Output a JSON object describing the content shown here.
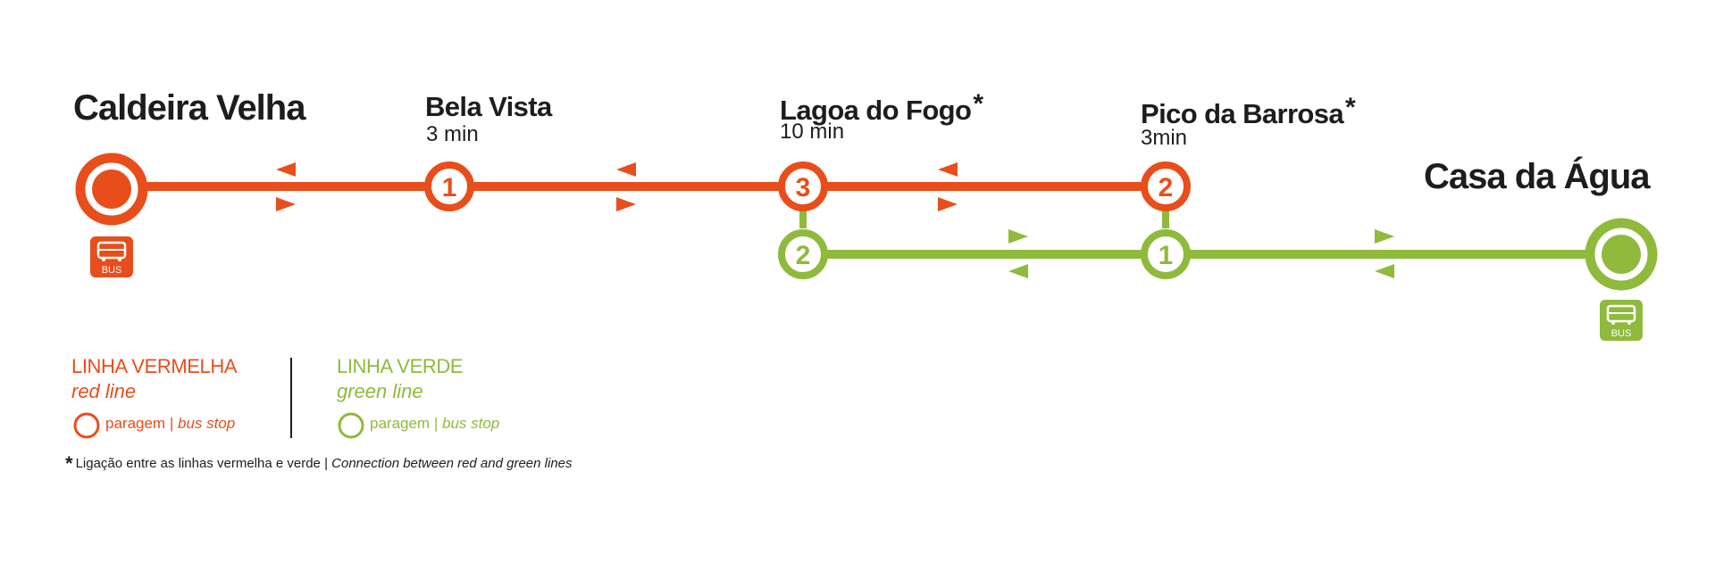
{
  "colors": {
    "red": "#e84e1b",
    "green": "#8fba3c",
    "text": "#1d1d1b"
  },
  "stations": {
    "caldeira_velha": {
      "name": "Caldeira Velha"
    },
    "bela_vista": {
      "name": "Bela Vista",
      "time": "3 min"
    },
    "lagoa_do_fogo": {
      "name": "Lagoa do Fogo",
      "asterisk": "*",
      "time": "10 min"
    },
    "pico_da_barrosa": {
      "name": "Pico da Barrosa",
      "asterisk": "*",
      "time": "3min"
    },
    "casa_da_agua": {
      "name": "Casa da Água"
    }
  },
  "red_line": {
    "stop_numbers": {
      "bela_vista": "1",
      "lagoa_do_fogo": "3",
      "pico_da_barrosa": "2"
    }
  },
  "green_line": {
    "stop_numbers": {
      "lagoa_do_fogo": "2",
      "pico_da_barrosa": "1"
    }
  },
  "bus_icon": {
    "icon": "bus-icon",
    "label": "BUS"
  },
  "legend": {
    "red": {
      "title": "LINHA VERMELHA",
      "subtitle": "red line",
      "stop_pt": "paragem",
      "separator": "|",
      "stop_en": "bus stop"
    },
    "green": {
      "title": "LINHA VERDE",
      "subtitle": "green line",
      "stop_pt": "paragem",
      "separator": "|",
      "stop_en": "bus stop"
    }
  },
  "footnote": {
    "symbol": "*",
    "text_pt": "Ligação entre as linhas vermelha e verde",
    "separator": "|",
    "text_en": "Connection between red and green lines"
  }
}
